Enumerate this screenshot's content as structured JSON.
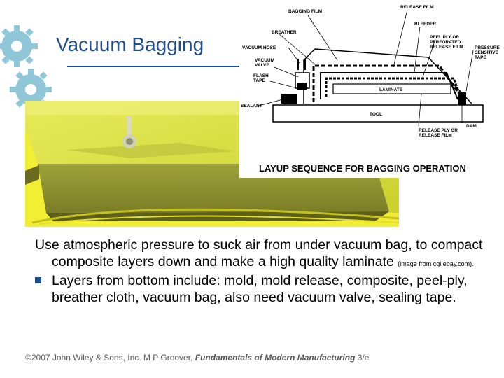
{
  "slide": {
    "title": "Vacuum Bagging",
    "paragraph_main": "Use atmospheric pressure to suck air from under vacuum bag, to compact composite layers down and make a high quality laminate",
    "paragraph_note": "(image from cgi.ebay.com).",
    "bullet_text": "Layers from bottom include: mold, mold release, composite, peel-ply, breather cloth, vacuum bag, also need vacuum valve, sealing tape.",
    "footer_prefix": "©2007 John Wiley & Sons, Inc.  M P Groover, ",
    "footer_book": "Fundamentals of Modern Manufacturing",
    "footer_suffix": " 3/e"
  },
  "diagram": {
    "labels": {
      "bagging_film": "BAGGING FILM",
      "release_film": "RELEASE FILM",
      "breather": "BREATHER",
      "bleeder": "BLEEDER",
      "vacuum_hose": "VACUUM HOSE",
      "peel_ply": "PEEL PLY OR",
      "peel_ply_2": "PERFORATED",
      "peel_ply_3": "RELEASE FILM",
      "pressure": "PRESSURE",
      "pressure_2": "SENSITIVE",
      "pressure_3": "TAPE",
      "vacuum_valve": "VACUUM",
      "vacuum_valve_2": "VALVE",
      "flash_tape": "FLASH",
      "flash_tape_2": "TAPE",
      "laminate": "LAMINATE",
      "sealant": "SEALANT",
      "tool": "TOOL",
      "dam": "DAM",
      "release_ply": "RELEASE PLY OR",
      "release_ply_2": "RELEASE FILM",
      "caption": "LAYUP SEQUENCE FOR BAGGING OPERATION"
    }
  },
  "colors": {
    "title": "#1f4e8c",
    "bullet": "#1f4e8c",
    "gear": "#8fc7d8",
    "photo_bg": "#d9e04a"
  }
}
